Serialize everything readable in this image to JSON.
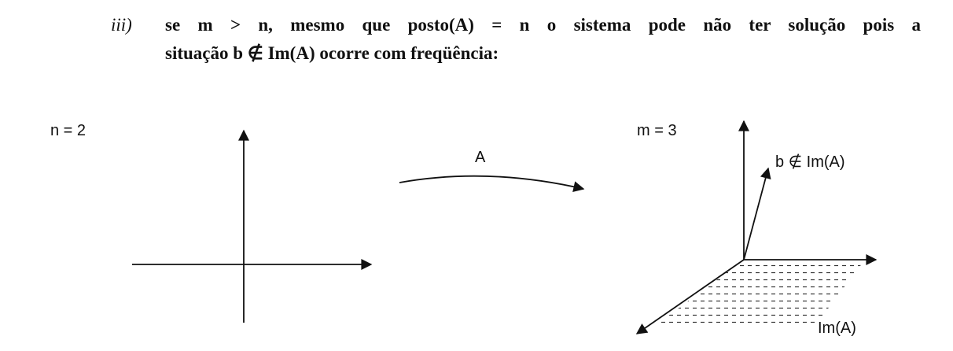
{
  "paragraph": {
    "marker": "iii)",
    "line1": "se m > n, mesmo que posto(A) = n o sistema pode não ter solução pois a",
    "line2": "situação b ∉ Im(A) ocorre com freqüência:"
  },
  "diagram": {
    "left_label": "n = 2",
    "map_label": "A",
    "right_label": "m = 3",
    "vector_label": "b ∉ Im(A)",
    "plane_label": "Im(A)"
  }
}
